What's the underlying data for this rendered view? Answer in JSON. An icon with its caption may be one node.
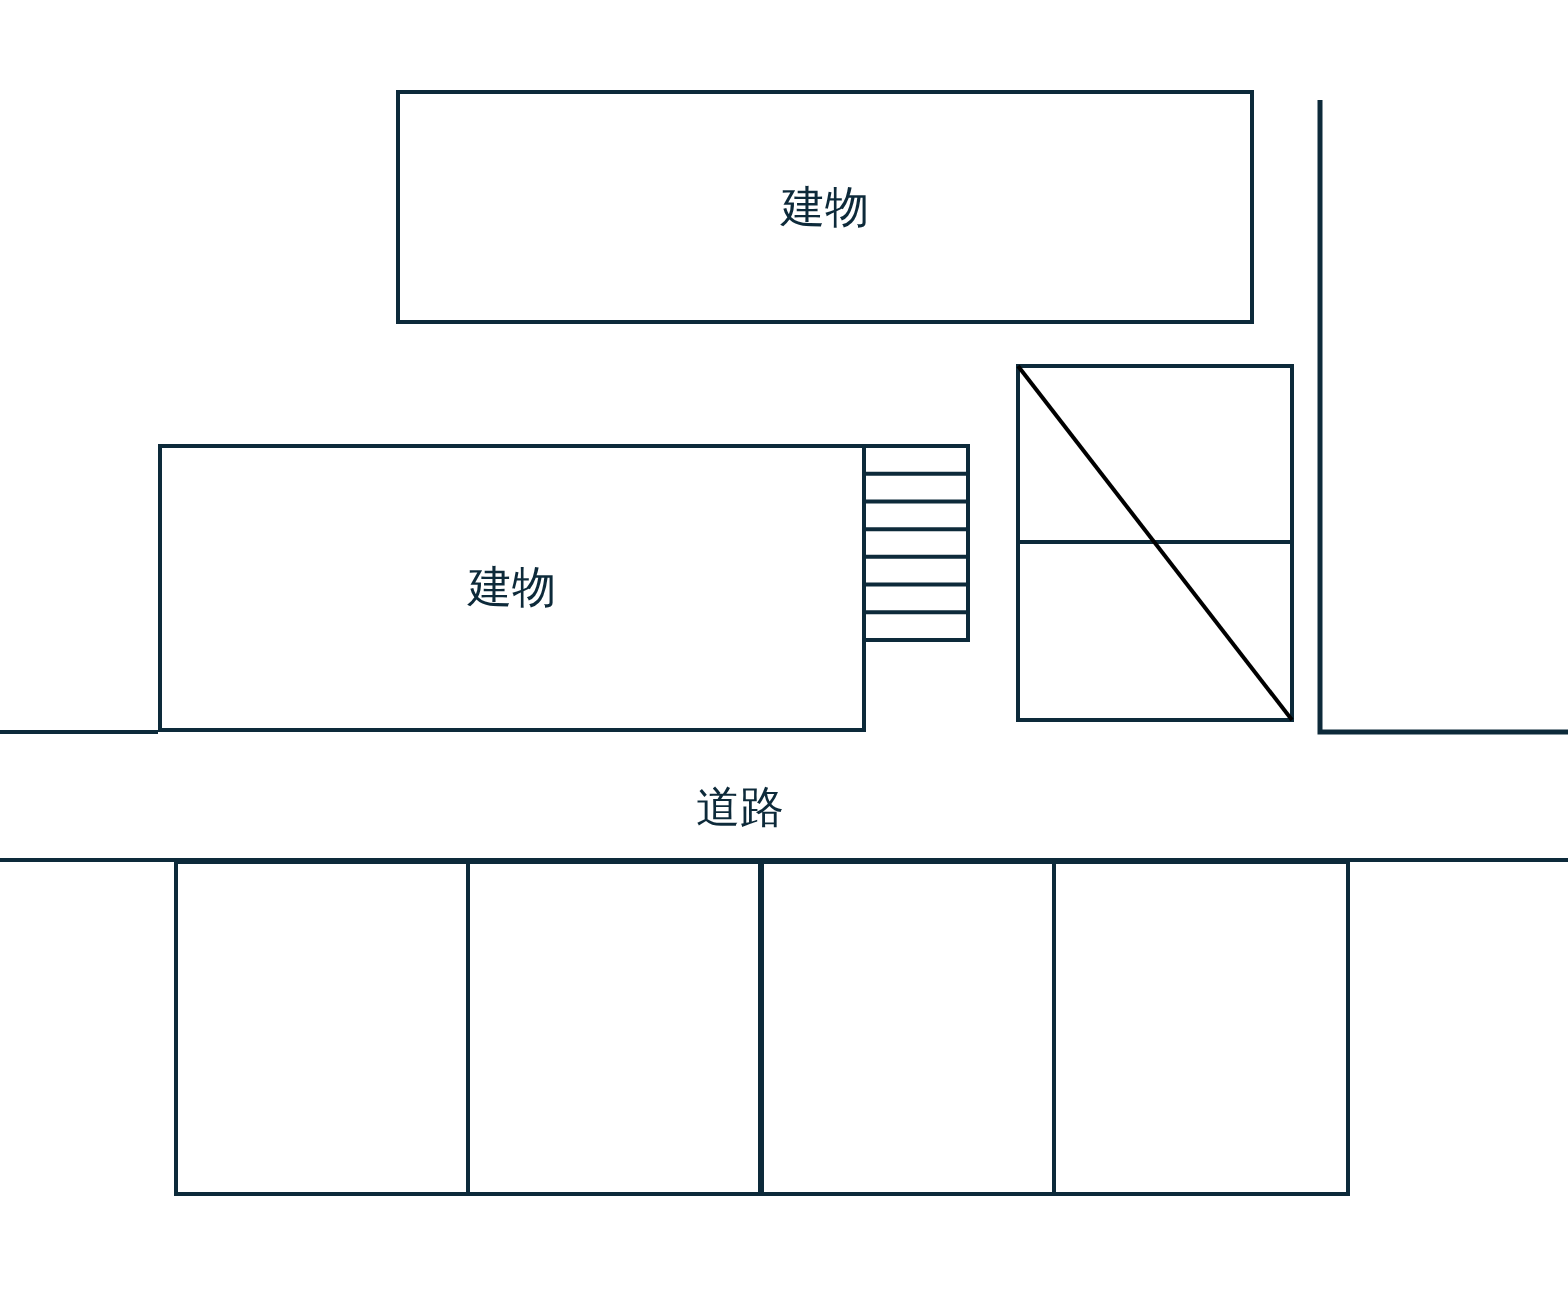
{
  "diagram": {
    "nodes": [
      {
        "text": [
          "建物"
        ]
      },
      {
        "text": [
          "建物"
        ]
      },
      {
        "text": [],
        "shape": "box"
      },
      {
        "text": [],
        "shape": "box"
      },
      {
        "text": [],
        "shape": "box"
      },
      {
        "text": [],
        "shape": "box"
      }
    ],
    "labels": [
      "道路"
    ]
  }
}
